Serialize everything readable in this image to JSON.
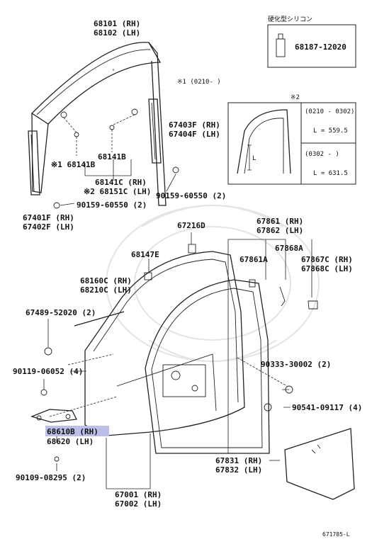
{
  "labels": {
    "p68101": "68101 (RH)",
    "p68102": "68102 (LH)",
    "hardener_jp": "硬化型シリコン",
    "p68187": "68187-12020",
    "note1": "※1 (0210-    )",
    "note2": "※2",
    "p67403": "67403F (RH)",
    "p67404": "67404F (LH)",
    "p68141b_a": "68141B",
    "p68141b_b": "※1 68141B",
    "p68141c": "68141C (RH)",
    "p68151c": "※2 68151C (LH)",
    "p90159_r": "90159-60550 (2)",
    "p90159_l": "90159-60550 (2)",
    "p67401": "67401F (RH)",
    "p67402": "67402F (LH)",
    "p67216": "67216D",
    "p67861": "67861 (RH)",
    "p67862": "67862 (LH)",
    "p67868a": "67868A",
    "p68147": "68147E",
    "p67861a": "67861A",
    "p67867": "67867C (RH)",
    "p67868c": "67868C (LH)",
    "p68160": "68160C (RH)",
    "p68210": "68210C (LH)",
    "p67489": "67489-52020 (2)",
    "p90119": "90119-06052 (4)",
    "p90333": "90333-30002 (2)",
    "p90541": "90541-09117 (4)",
    "p68610": "68610B (RH)",
    "p68620": "68620 (LH)",
    "p67831": "67831 (RH)",
    "p67832": "67832 (LH)",
    "p90109": "90109-08295 (2)",
    "p67001": "67001 (RH)",
    "p67002": "67002 (LH)",
    "ref": "671785-L"
  },
  "inset": {
    "dim_letter": "L",
    "row1_period": "(0210 - 0302)",
    "row1_len": "L = 559.5",
    "row2_period": "(0302 -       )",
    "row2_len": "L = 631.5"
  },
  "highlight_color": "#b9bfe6"
}
